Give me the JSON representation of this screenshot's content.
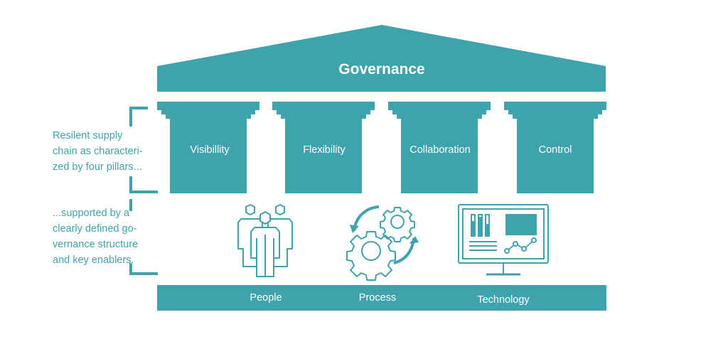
{
  "roof": {
    "label": "Governance"
  },
  "pillars": [
    {
      "label": "Visibillity"
    },
    {
      "label": "Flexibility"
    },
    {
      "label": "Collaboration"
    },
    {
      "label": "Control"
    }
  ],
  "notes": {
    "pillars": [
      "Resilent supply",
      "chain as characteri-",
      "zed by four pillars..."
    ],
    "enablers": [
      "...supported by a",
      "clearly defined go-",
      "vernance structure",
      "and key enablers."
    ]
  },
  "enablers": [
    {
      "label": "People",
      "icon": "people-icon"
    },
    {
      "label": "Process",
      "icon": "gears-icon"
    },
    {
      "label": "Technology",
      "icon": "monitor-chart-icon"
    }
  ],
  "colors": {
    "primary": "#3ea3ad",
    "text_light": "#ffffff",
    "background": "#ffffff"
  }
}
